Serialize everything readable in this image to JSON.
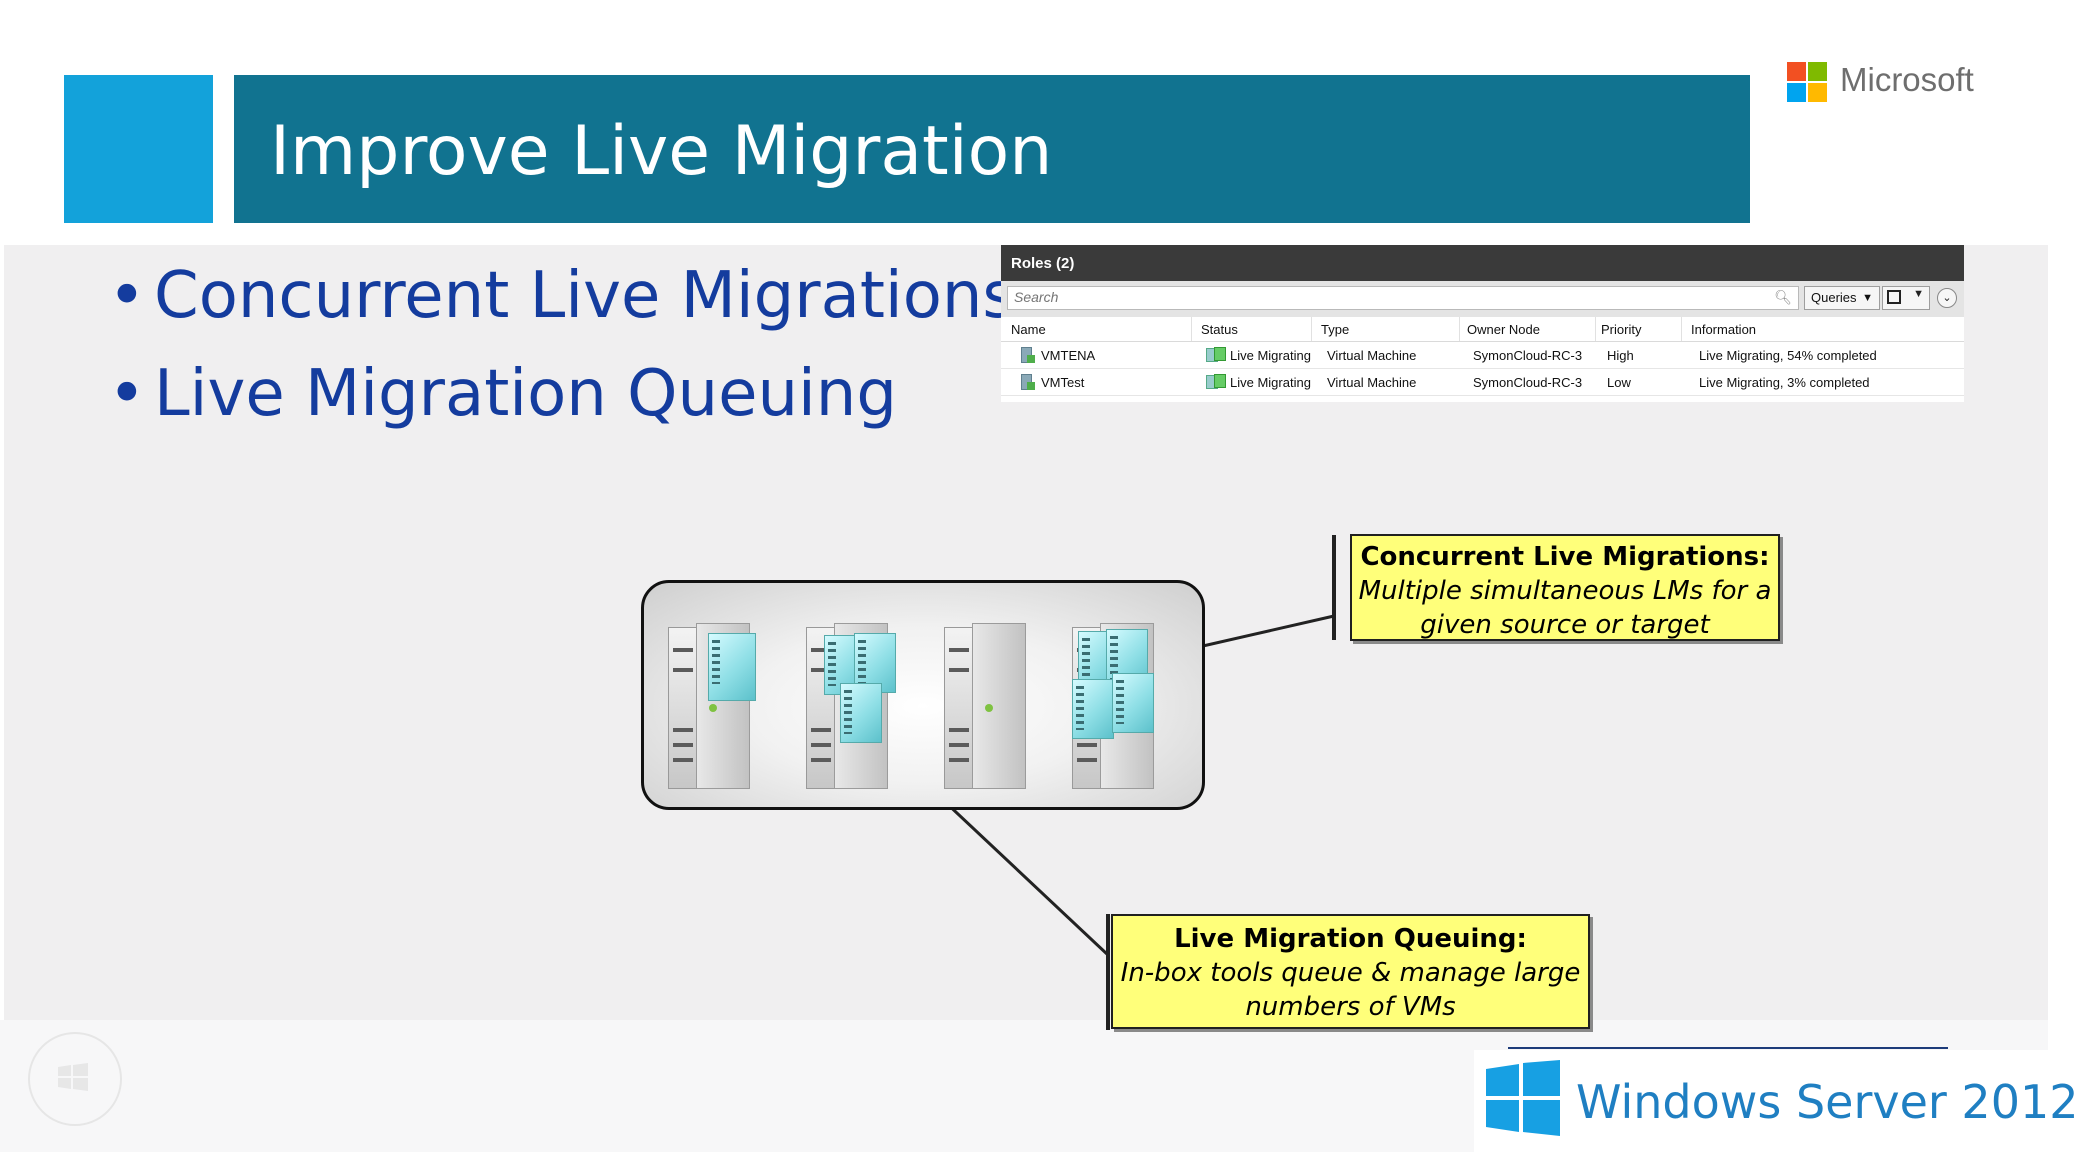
{
  "slide": {
    "title": "Improve Live Migration",
    "brand": "Microsoft",
    "bullets": [
      "Concurrent Live Migrations",
      "Live Migration Queuing"
    ],
    "footer_product": "Windows Server 2012"
  },
  "colors": {
    "title_bar": "#117390",
    "accent_square": "#13a2da",
    "bullet_text": "#143c9e",
    "callout_fill": "#ffff7a",
    "ms_red": "#f25022",
    "ms_green": "#7fba00",
    "ms_blue": "#00a4ef",
    "ms_yellow": "#ffb900",
    "windows_blue": "#1f7fc2"
  },
  "roles_panel": {
    "title": "Roles (2)",
    "search_placeholder": "Search",
    "queries_label": "Queries",
    "icons": {
      "search": "search-icon",
      "save": "save-icon",
      "expand": "chevron-down-icon"
    },
    "columns": [
      "Name",
      "Status",
      "Type",
      "Owner Node",
      "Priority",
      "Information"
    ],
    "rows": [
      {
        "name": "VMTENA",
        "status": "Live Migrating",
        "type": "Virtual Machine",
        "owner_node": "SymonCloud-RC-3",
        "priority": "High",
        "information": "Live Migrating, 54% completed"
      },
      {
        "name": "VMTest",
        "status": "Live Migrating",
        "type": "Virtual Machine",
        "owner_node": "SymonCloud-RC-3",
        "priority": "Low",
        "information": "Live Migrating, 3% completed"
      }
    ]
  },
  "callouts": {
    "concurrent": {
      "heading": "Concurrent Live Migrations:",
      "body_line1": "Multiple simultaneous LMs for a",
      "body_line2": "given source or target"
    },
    "queuing": {
      "heading": "Live Migration Queuing:",
      "body_line1": "In-box tools queue & manage large",
      "body_line2": "numbers of VMs"
    }
  }
}
